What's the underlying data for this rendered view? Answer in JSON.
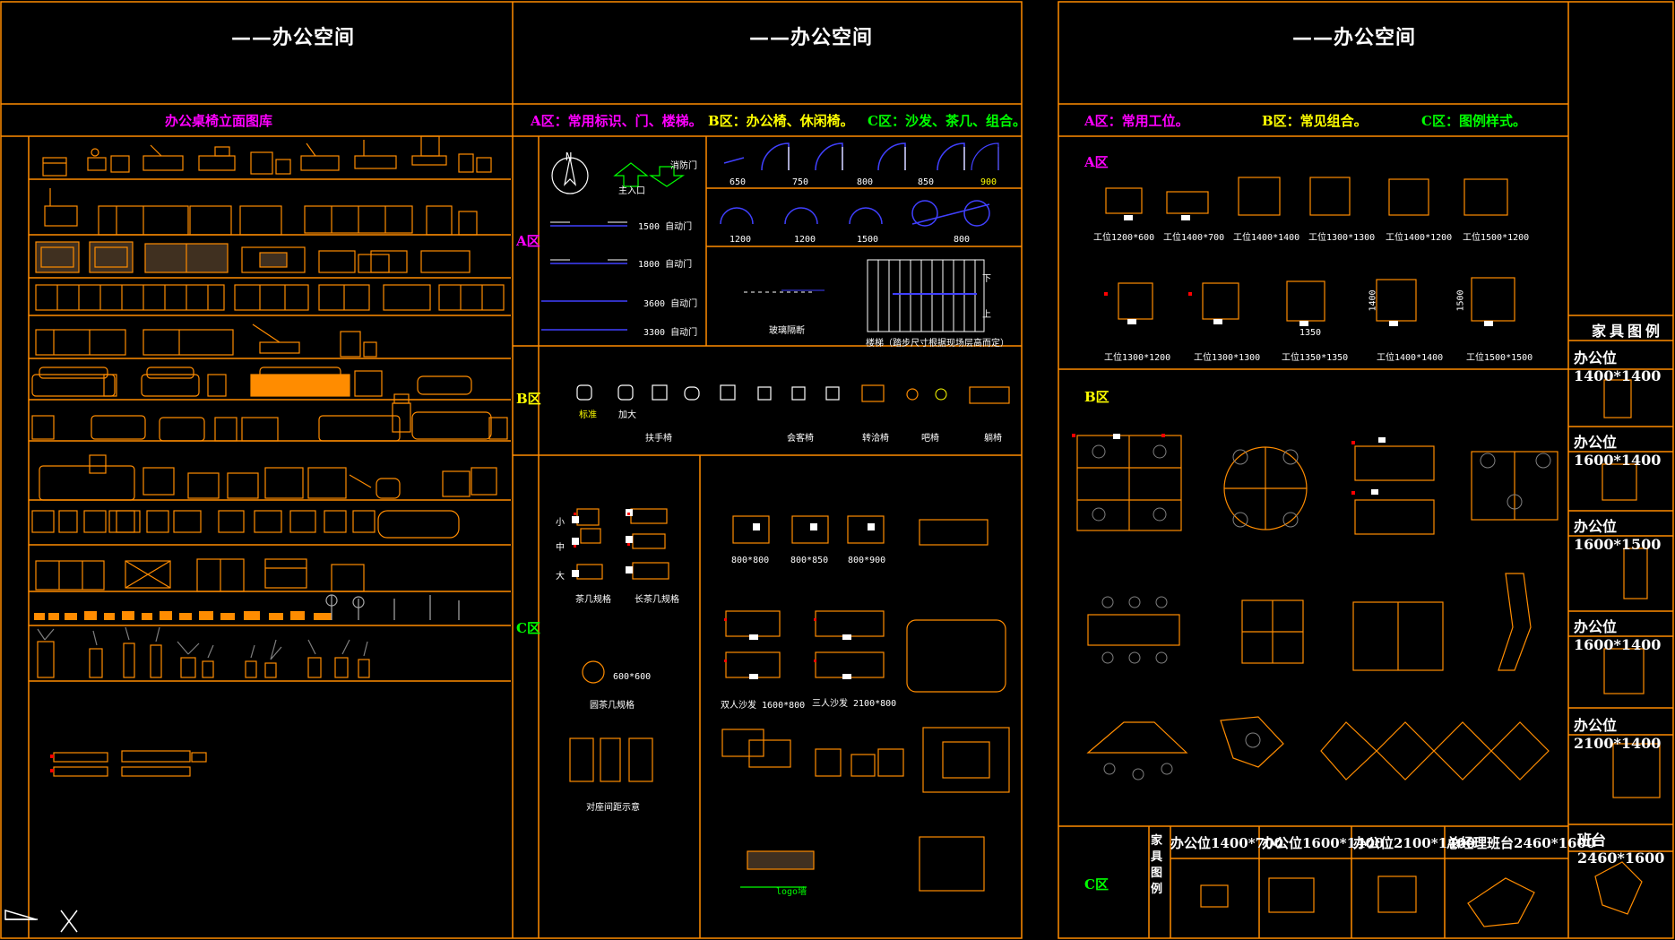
{
  "sheet_left": {
    "title": "——办公空间",
    "header": "办公桌椅立面图库"
  },
  "sheet_mid": {
    "title": "——办公空间",
    "zone_a": "A区：常用标识、门、楼梯。",
    "zone_b": "B区：办公椅、休闲椅。",
    "zone_c": "C区：沙发、茶几、组合。",
    "side_a": "A区",
    "side_b": "B区",
    "side_c": "C区",
    "entrance": "主入口",
    "fire_door": "消防门",
    "north": "N",
    "doors": [
      "1500 自动门",
      "1800 自动门",
      "3600 自动门",
      "3300 自动门"
    ],
    "door_widths_top": [
      "650",
      "750",
      "800",
      "850",
      "900"
    ],
    "door_widths_bottom": [
      "1200",
      "1200",
      "1500",
      "800"
    ],
    "glass_partition": "玻璃隔断",
    "stair_note": "楼梯（踏步尺寸根据现场层高而定）",
    "stair_down": "下",
    "stair_up": "上",
    "chair_labels_small": [
      "标准",
      "加大"
    ],
    "chair_groups": [
      "扶手椅",
      "会客椅",
      "转洽椅",
      "吧椅",
      "躺椅"
    ],
    "table_sizes": [
      "小",
      "中",
      "大"
    ],
    "tea_table_spec": "茶几规格",
    "long_table_spec": "长茶几规格",
    "chair_sizes": [
      "800*800",
      "800*850",
      "800*900"
    ],
    "round_table_size": "600*600",
    "round_table_spec": "圆茶几规格",
    "spacing_note": "对座间距示意",
    "sofa_double": "双人沙发 1600*800",
    "sofa_triple": "三人沙发 2100*800",
    "logo_wall": "logo墙"
  },
  "sheet_right": {
    "title": "——办公空间",
    "zone_a": "A区：常用工位。",
    "zone_b": "B区：常见组合。",
    "zone_c": "C区：图例样式。",
    "side_a": "A区",
    "side_b": "B区",
    "side_c": "C区",
    "workstations_row1": [
      "工位1200*600",
      "工位1400*700",
      "工位1400*1400",
      "工位1300*1300",
      "工位1400*1200",
      "工位1500*1200"
    ],
    "workstations_row2": [
      "工位1300*1200",
      "工位1300*1300",
      "工位1350*1350",
      "工位1400*1400",
      "工位1500*1500"
    ],
    "dim_tags": [
      "1350",
      "1400",
      "1500"
    ],
    "bottom_legend_v": "家具图例",
    "bottom_legend": [
      "办公位1400*700",
      "办公位1600*1400",
      "办公位2100*1400",
      "总经理班台2460*1600"
    ]
  },
  "legend_panel": {
    "title": "家具图例",
    "items": [
      "办公位1400*1400",
      "办公位1600*1400",
      "办公位1600*1500",
      "办公位1600*1400",
      "办公位2100*1400",
      "班台2460*1600"
    ]
  },
  "colors": {
    "frame": "#ff8c00",
    "magenta": "#ff00ff",
    "yellow": "#ffff00",
    "green": "#00ff00",
    "blue": "#4040ff",
    "white": "#ffffff"
  }
}
